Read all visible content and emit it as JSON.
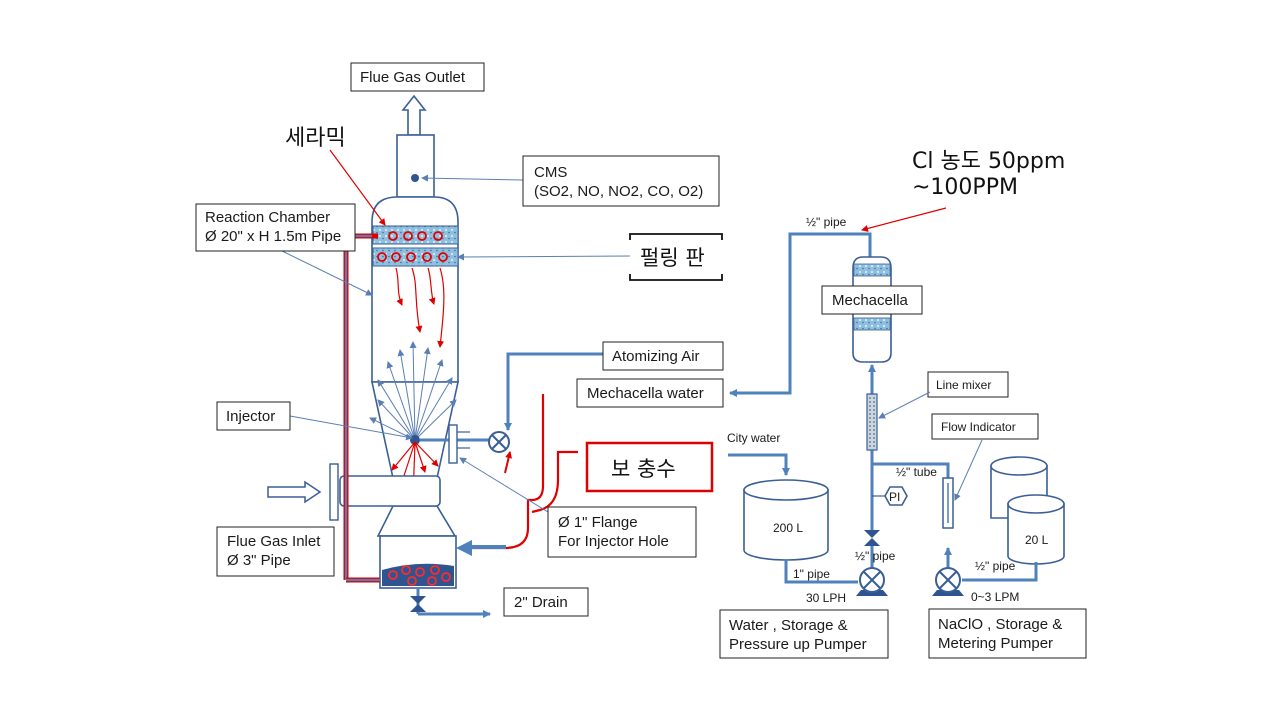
{
  "labels": {
    "flue_gas_outlet": "Flue Gas  Outlet",
    "ceramic": "세라믹",
    "cms_line1": "CMS",
    "cms_line2": "(SO2, NO, NO2, CO, O2)",
    "reaction_chamber_line1": "Reaction Chamber",
    "reaction_chamber_line2": "Ø 20\" x H  1.5m Pipe",
    "pelling_plate": "펄링 판",
    "atomizing_air": "Atomizing Air",
    "mechacella_water": "Mechacella water",
    "injector": "Injector",
    "makeup_water": "보 충수",
    "flange_line1": "Ø 1\" Flange",
    "flange_line2": "For Injector Hole",
    "flue_gas_inlet_line1": "Flue Gas  Inlet",
    "flue_gas_inlet_line2": "Ø 3\" Pipe",
    "drain": "2\" Drain",
    "cl_concentration_line1": "Cl 농도 50ppm",
    "cl_concentration_line2": "~100PPM",
    "half_pipe_top": "½\" pipe",
    "mechacella": "Mechacella",
    "line_mixer": "Line mixer",
    "flow_indicator": "Flow Indicator",
    "city_water": "City water",
    "half_tube": "½\" tube",
    "pi": "PI",
    "tank_200": "200 L",
    "tank_20": "20 L",
    "half_pipe_mid": "½\" pipe",
    "half_pipe_right": "½\" pipe",
    "one_inch_pipe": "1\" pipe",
    "flow_30lph": "30 LPH",
    "flow_0_3lpm": "0~3 LPM",
    "water_storage_line1": "Water , Storage &",
    "water_storage_line2": "Pressure up Pumper",
    "naclo_line1": "NaClO , Storage &",
    "naclo_line2": "Metering Pumper"
  },
  "colors": {
    "pipe_blue": "#4f81bd",
    "vessel_outline": "#3a5f95",
    "highlight_red": "#e00000",
    "ceramic_fill": "#9fc9e3"
  }
}
